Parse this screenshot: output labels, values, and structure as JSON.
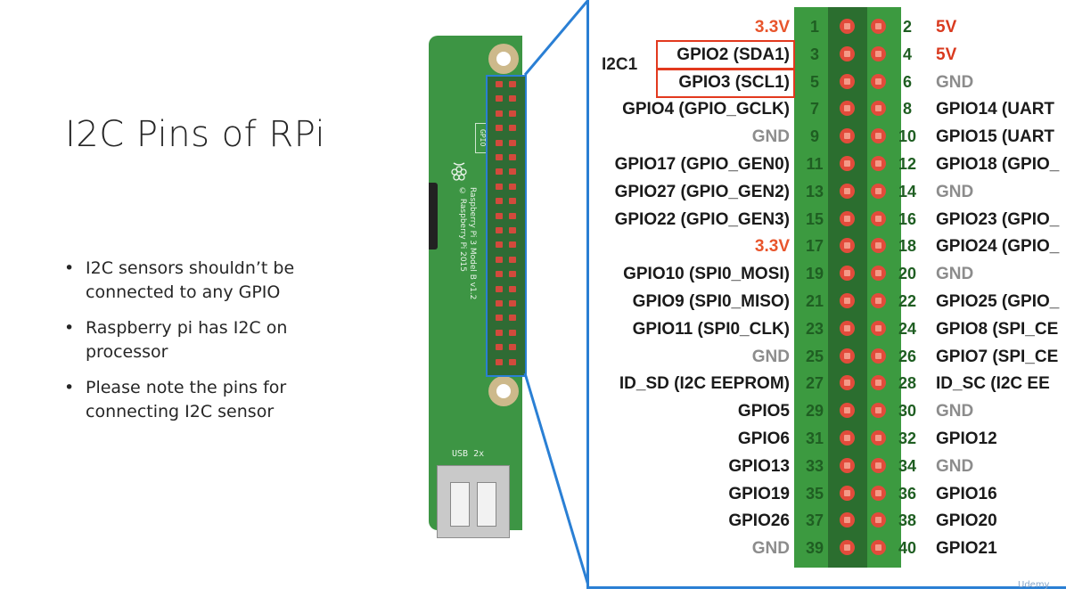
{
  "slide": {
    "title": "I2C Pins of RPi",
    "bullets": [
      "I2C sensors shouldn’t be connected to any GPIO",
      "Raspberry pi has I2C on processor",
      "Please note the pins for connecting I2C sensor"
    ]
  },
  "board": {
    "gpio_label": "GPIO",
    "model_text": "Raspberry Pi 3 Model B v1.2",
    "copyright_text": "© Raspberry Pi 2015",
    "usb_label": "USB 2x"
  },
  "pinout": {
    "group_label": "I2C1",
    "rows": [
      {
        "left_pin": "1",
        "left_label": "3.3V",
        "left_color": "#e8552c",
        "right_pin": "2",
        "right_label": "5V",
        "right_color": "#d93a1f"
      },
      {
        "left_pin": "3",
        "left_label": "GPIO2 (SDA1)",
        "left_color": "#1a1a1a",
        "right_pin": "4",
        "right_label": "5V",
        "right_color": "#d93a1f"
      },
      {
        "left_pin": "5",
        "left_label": "GPIO3 (SCL1)",
        "left_color": "#1a1a1a",
        "right_pin": "6",
        "right_label": "GND",
        "right_color": "#8c8c8c"
      },
      {
        "left_pin": "7",
        "left_label": "GPIO4 (GPIO_GCLK)",
        "left_color": "#1a1a1a",
        "right_pin": "8",
        "right_label": "GPIO14 (UART",
        "right_color": "#1a1a1a"
      },
      {
        "left_pin": "9",
        "left_label": "GND",
        "left_color": "#8c8c8c",
        "right_pin": "10",
        "right_label": "GPIO15 (UART",
        "right_color": "#1a1a1a"
      },
      {
        "left_pin": "11",
        "left_label": "GPIO17 (GPIO_GEN0)",
        "left_color": "#1a1a1a",
        "right_pin": "12",
        "right_label": "GPIO18 (GPIO_",
        "right_color": "#1a1a1a"
      },
      {
        "left_pin": "13",
        "left_label": "GPIO27 (GPIO_GEN2)",
        "left_color": "#1a1a1a",
        "right_pin": "14",
        "right_label": "GND",
        "right_color": "#8c8c8c"
      },
      {
        "left_pin": "15",
        "left_label": "GPIO22 (GPIO_GEN3)",
        "left_color": "#1a1a1a",
        "right_pin": "16",
        "right_label": "GPIO23 (GPIO_",
        "right_color": "#1a1a1a"
      },
      {
        "left_pin": "17",
        "left_label": "3.3V",
        "left_color": "#e8552c",
        "right_pin": "18",
        "right_label": "GPIO24 (GPIO_",
        "right_color": "#1a1a1a"
      },
      {
        "left_pin": "19",
        "left_label": "GPIO10 (SPI0_MOSI)",
        "left_color": "#1a1a1a",
        "right_pin": "20",
        "right_label": "GND",
        "right_color": "#8c8c8c"
      },
      {
        "left_pin": "21",
        "left_label": "GPIO9 (SPI0_MISO)",
        "left_color": "#1a1a1a",
        "right_pin": "22",
        "right_label": "GPIO25 (GPIO_",
        "right_color": "#1a1a1a"
      },
      {
        "left_pin": "23",
        "left_label": "GPIO11 (SPI0_CLK)",
        "left_color": "#1a1a1a",
        "right_pin": "24",
        "right_label": "GPIO8 (SPI_CE",
        "right_color": "#1a1a1a"
      },
      {
        "left_pin": "25",
        "left_label": "GND",
        "left_color": "#8c8c8c",
        "right_pin": "26",
        "right_label": "GPIO7 (SPI_CE",
        "right_color": "#1a1a1a"
      },
      {
        "left_pin": "27",
        "left_label": "ID_SD (I2C EEPROM)",
        "left_color": "#1a1a1a",
        "right_pin": "28",
        "right_label": "ID_SC (I2C EE",
        "right_color": "#1a1a1a"
      },
      {
        "left_pin": "29",
        "left_label": "GPIO5",
        "left_color": "#1a1a1a",
        "right_pin": "30",
        "right_label": "GND",
        "right_color": "#8c8c8c"
      },
      {
        "left_pin": "31",
        "left_label": "GPIO6",
        "left_color": "#1a1a1a",
        "right_pin": "32",
        "right_label": "GPIO12",
        "right_color": "#1a1a1a"
      },
      {
        "left_pin": "33",
        "left_label": "GPIO13",
        "left_color": "#1a1a1a",
        "right_pin": "34",
        "right_label": "GND",
        "right_color": "#8c8c8c"
      },
      {
        "left_pin": "35",
        "left_label": "GPIO19",
        "left_color": "#1a1a1a",
        "right_pin": "36",
        "right_label": "GPIO16",
        "right_color": "#1a1a1a"
      },
      {
        "left_pin": "37",
        "left_label": "GPIO26",
        "left_color": "#1a1a1a",
        "right_pin": "38",
        "right_label": "GPIO20",
        "right_color": "#1a1a1a"
      },
      {
        "left_pin": "39",
        "left_label": "GND",
        "left_color": "#8c8c8c",
        "right_pin": "40",
        "right_label": "GPIO21",
        "right_color": "#1a1a1a"
      }
    ]
  },
  "watermark": "Udemy",
  "colors": {
    "zoom_frame": "#2a7fd4",
    "highlight_box": "#e2391e",
    "board_green": "#3d9544",
    "pin_red": "#e24b3b"
  }
}
